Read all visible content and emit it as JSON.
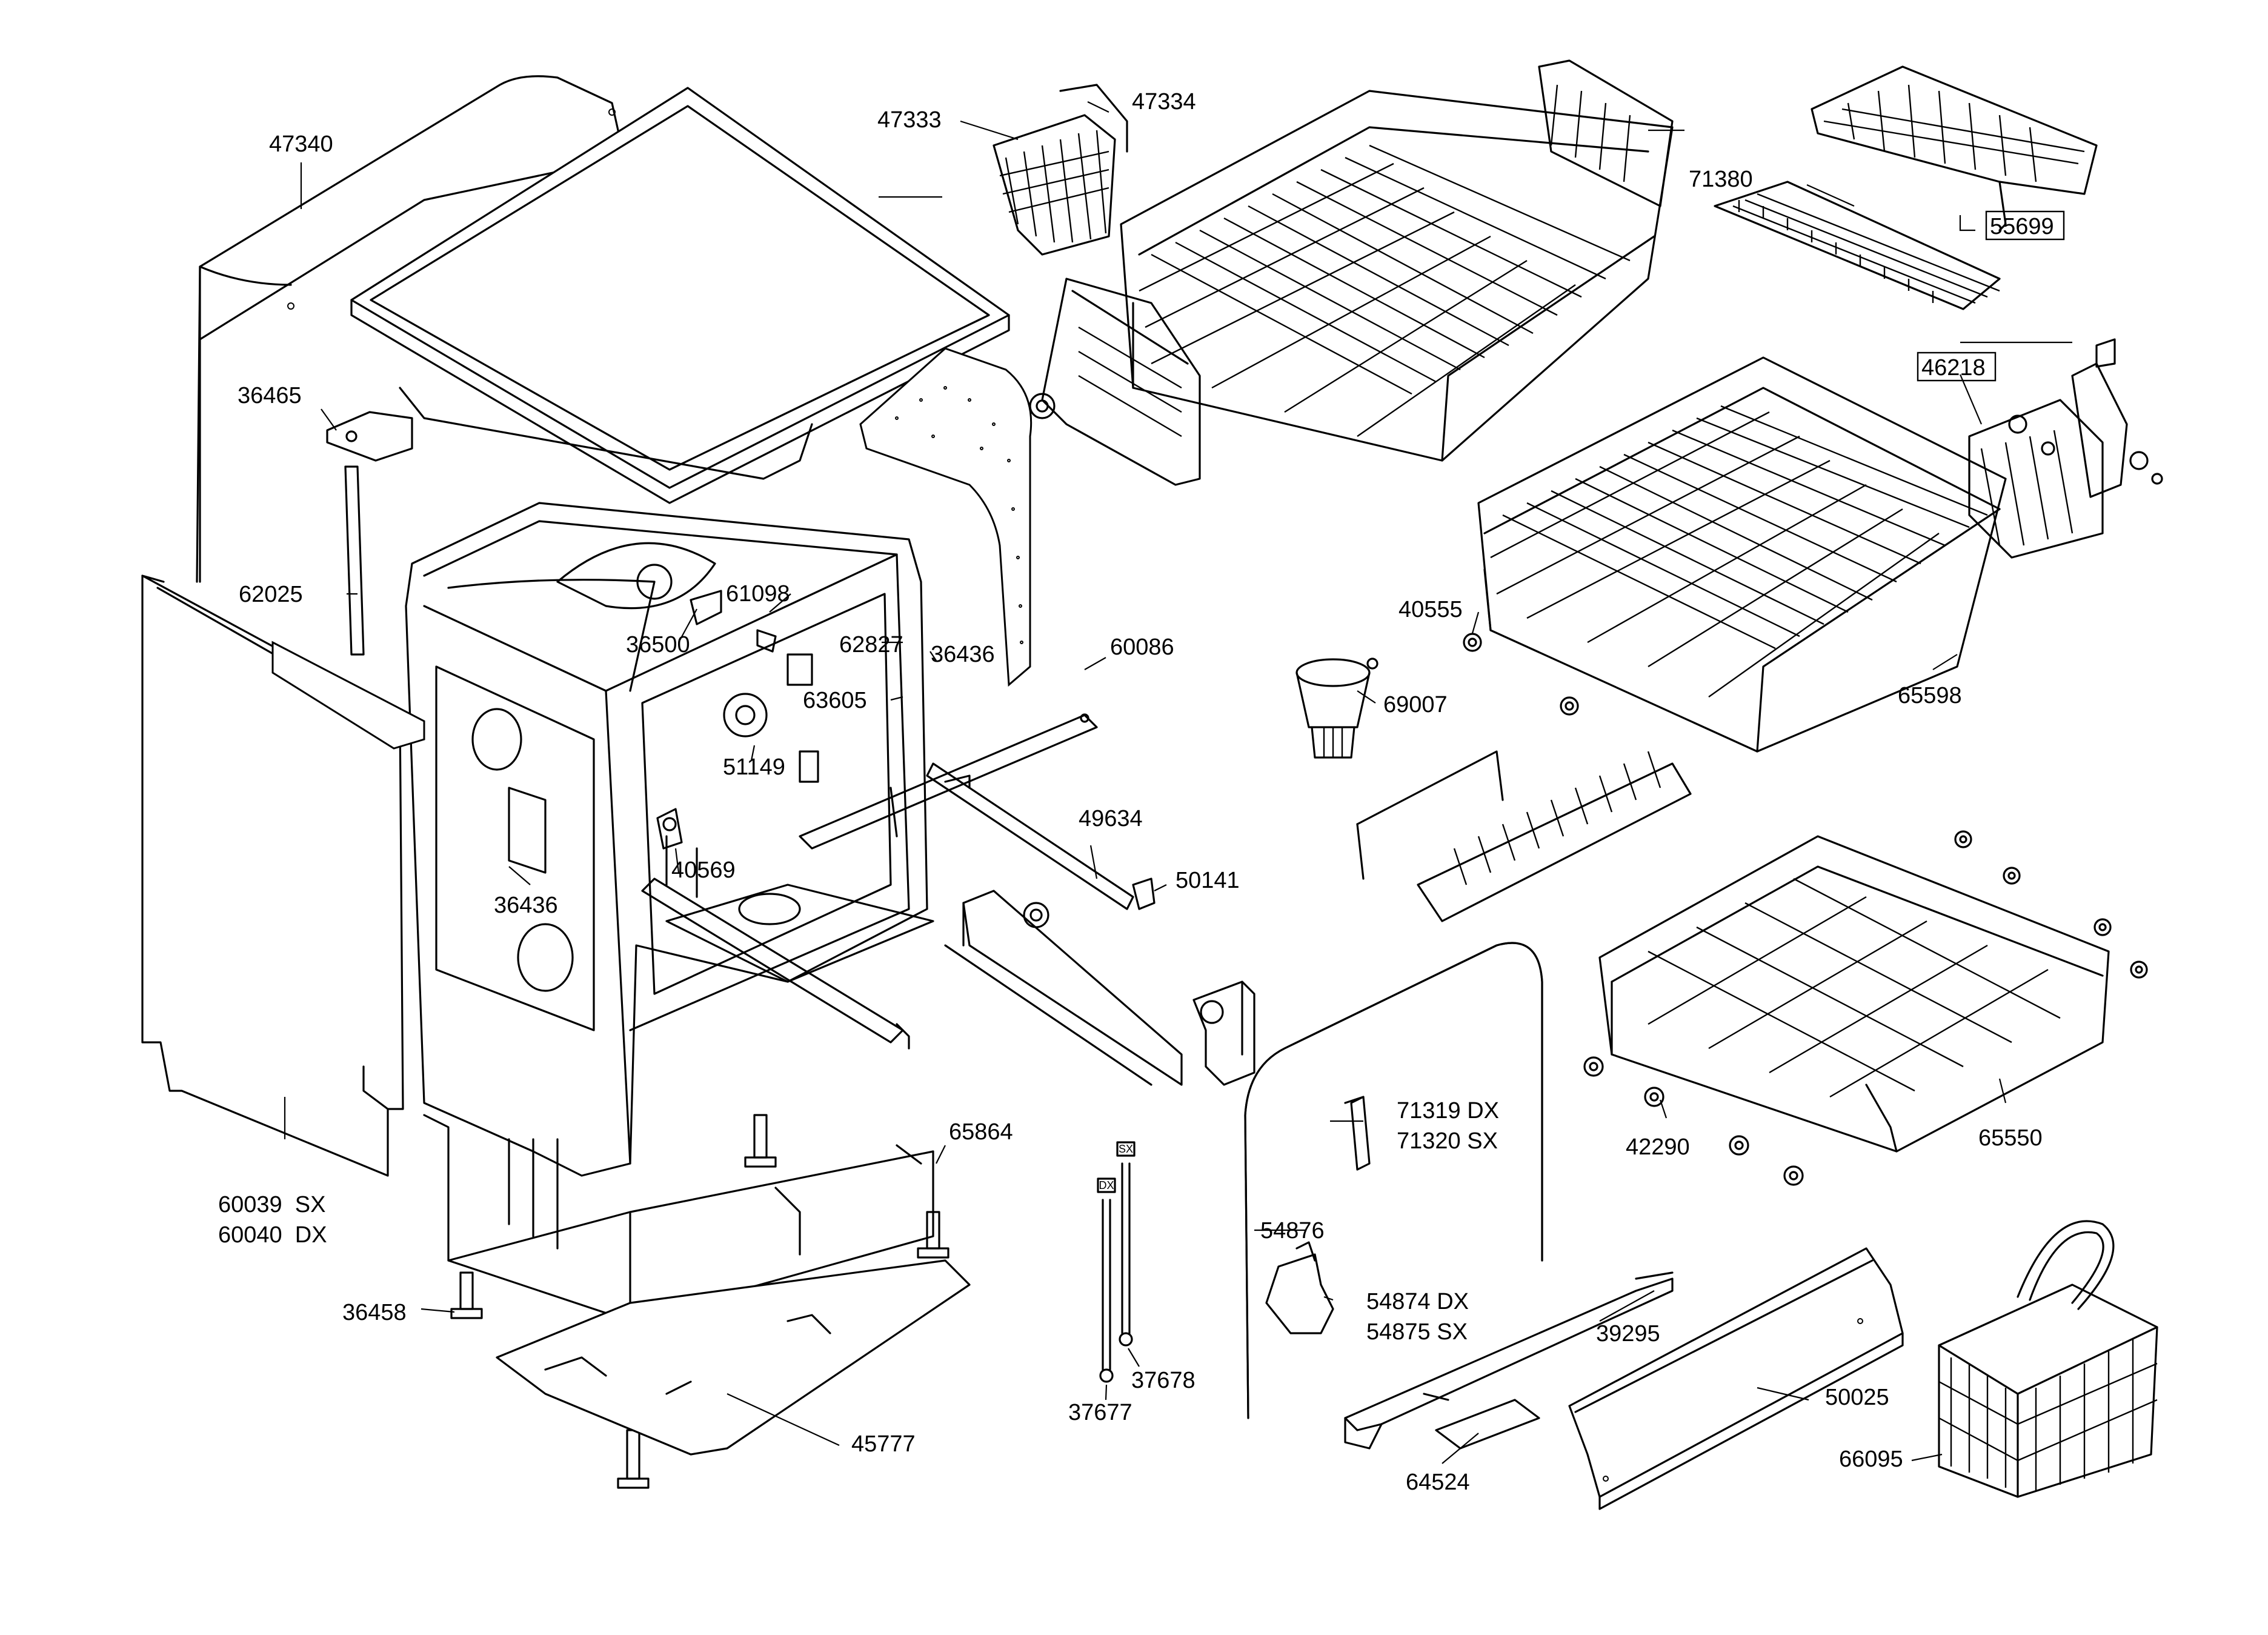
{
  "diagram": {
    "labels": [
      {
        "id": "47340",
        "text": "47340"
      },
      {
        "id": "47333",
        "text": "47333"
      },
      {
        "id": "47334",
        "text": "47334"
      },
      {
        "id": "71380",
        "text": "71380"
      },
      {
        "id": "55699",
        "text": "55699"
      },
      {
        "id": "36465",
        "text": "36465"
      },
      {
        "id": "46218",
        "text": "46218"
      },
      {
        "id": "62025",
        "text": "62025"
      },
      {
        "id": "61098",
        "text": "61098"
      },
      {
        "id": "40555",
        "text": "40555"
      },
      {
        "id": "36500",
        "text": "36500"
      },
      {
        "id": "62827",
        "text": "62827"
      },
      {
        "id": "36436a",
        "text": "36436"
      },
      {
        "id": "60086",
        "text": "60086"
      },
      {
        "id": "63605",
        "text": "63605"
      },
      {
        "id": "69007",
        "text": "69007"
      },
      {
        "id": "65598",
        "text": "65598"
      },
      {
        "id": "51149",
        "text": "51149"
      },
      {
        "id": "49634",
        "text": "49634"
      },
      {
        "id": "40569",
        "text": "40569"
      },
      {
        "id": "50141",
        "text": "50141"
      },
      {
        "id": "36436b",
        "text": "36436"
      },
      {
        "id": "71319",
        "text": "71319 DX"
      },
      {
        "id": "71320",
        "text": "71320 SX"
      },
      {
        "id": "65864",
        "text": "65864"
      },
      {
        "id": "42290",
        "text": "42290"
      },
      {
        "id": "65550",
        "text": "65550"
      },
      {
        "id": "60039",
        "text": "60039  SX"
      },
      {
        "id": "60040",
        "text": "60040  DX"
      },
      {
        "id": "54876",
        "text": "54876"
      },
      {
        "id": "54874",
        "text": "54874 DX"
      },
      {
        "id": "54875",
        "text": "54875 SX"
      },
      {
        "id": "39295",
        "text": "39295"
      },
      {
        "id": "36458",
        "text": "36458"
      },
      {
        "id": "37678",
        "text": "37678"
      },
      {
        "id": "37677",
        "text": "37677"
      },
      {
        "id": "50025",
        "text": "50025"
      },
      {
        "id": "45777",
        "text": "45777"
      },
      {
        "id": "64524",
        "text": "64524"
      },
      {
        "id": "66095",
        "text": "66095"
      }
    ],
    "small_marks": {
      "sx": "SX",
      "dx": "DX"
    }
  }
}
